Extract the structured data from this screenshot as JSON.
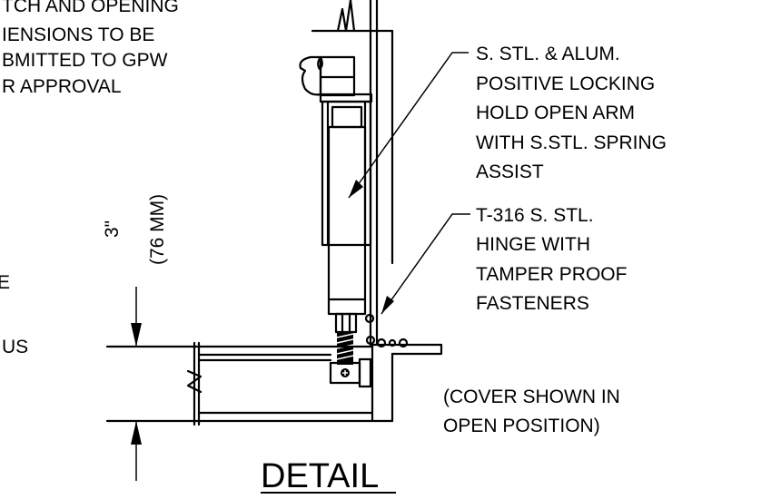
{
  "notes": {
    "left_top": [
      "TCH AND OPENING",
      "IENSIONS TO BE",
      "BMITTED TO GPW",
      "R APPROVAL"
    ],
    "left_mid": [
      "E",
      "US"
    ]
  },
  "callouts": {
    "arm": [
      "S. STL. & ALUM.",
      "POSITIVE LOCKING",
      "HOLD OPEN ARM",
      "WITH S.STL. SPRING",
      "ASSIST"
    ],
    "hinge": [
      "T-316 S. STL.",
      "HINGE WITH",
      "TAMPER PROOF",
      "FASTENERS"
    ],
    "cover": [
      "(COVER SHOWN IN",
      "OPEN POSITION)"
    ]
  },
  "dimension": {
    "value": "3\"",
    "metric": "(76 MM)"
  },
  "title": "DETAIL"
}
